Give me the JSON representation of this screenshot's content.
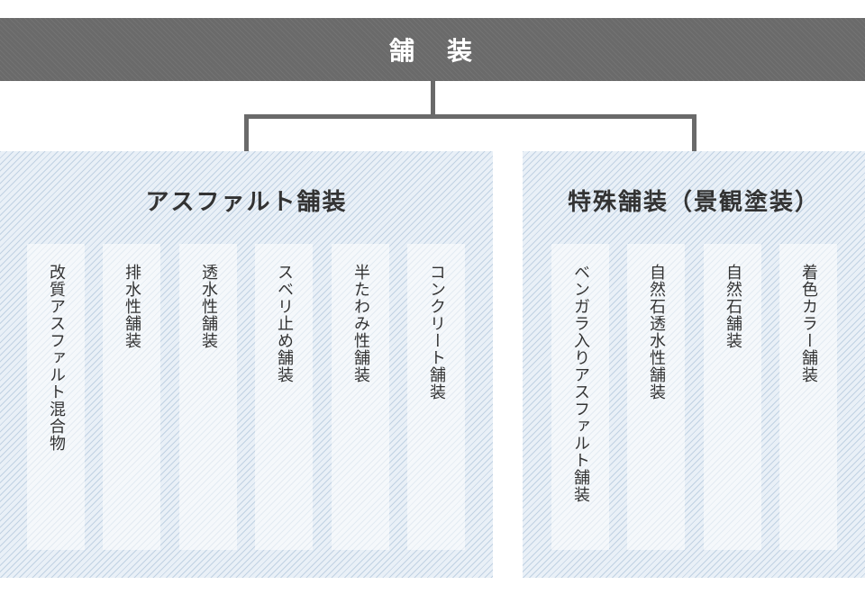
{
  "root": {
    "label": "舗　装"
  },
  "categories": [
    {
      "title": "アスファルト舗装",
      "items": [
        "改質アスファルト混合物",
        "排水性舗装",
        "透水性舗装",
        "スベリ止め舗装",
        "半たわみ性舗装",
        "コンクリート舗装"
      ]
    },
    {
      "title": "特殊舗装（景観塗装）",
      "items": [
        "ベンガラ入りアスファルト舗装",
        "自然石透水性舗装",
        "自然石舗装",
        "着色カラー舗装"
      ]
    }
  ]
}
